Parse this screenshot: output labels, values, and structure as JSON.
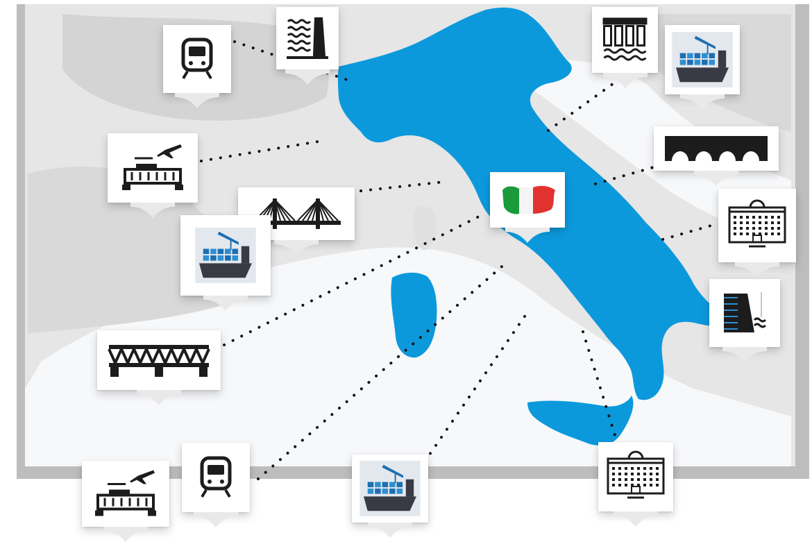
{
  "map": {
    "country": "Italy",
    "colors": {
      "land": "#0c99dc",
      "background": "#e6e6e6",
      "sea": "#f7f8fa",
      "frame": "#bdbdbd",
      "icon": "#1c1c1c",
      "ship_hull": "#3a3a44",
      "containers": "#2e8fd1",
      "flag_green": "#1a9a3a",
      "flag_red": "#e2322f"
    }
  },
  "markers": [
    {
      "id": "train-north",
      "icon": "train-icon"
    },
    {
      "id": "dam-north",
      "icon": "dam-icon"
    },
    {
      "id": "dam-northeast",
      "icon": "dam-wall-icon"
    },
    {
      "id": "ship-northeast",
      "icon": "cargo-ship-icon"
    },
    {
      "id": "airport-west",
      "icon": "airport-icon"
    },
    {
      "id": "bridge-arch-east",
      "icon": "arch-bridge-icon"
    },
    {
      "id": "cable-bridge-west",
      "icon": "cable-stayed-bridge-icon"
    },
    {
      "id": "flag-center",
      "icon": "italy-flag-icon"
    },
    {
      "id": "ship-west",
      "icon": "cargo-ship-icon"
    },
    {
      "id": "building-east",
      "icon": "public-building-icon"
    },
    {
      "id": "hydro-east",
      "icon": "hydro-dam-icon"
    },
    {
      "id": "truss-bridge-west",
      "icon": "truss-bridge-icon"
    },
    {
      "id": "airport-south",
      "icon": "airport-icon"
    },
    {
      "id": "train-south",
      "icon": "train-icon"
    },
    {
      "id": "ship-south",
      "icon": "cargo-ship-icon"
    },
    {
      "id": "building-south",
      "icon": "public-building-icon"
    }
  ]
}
